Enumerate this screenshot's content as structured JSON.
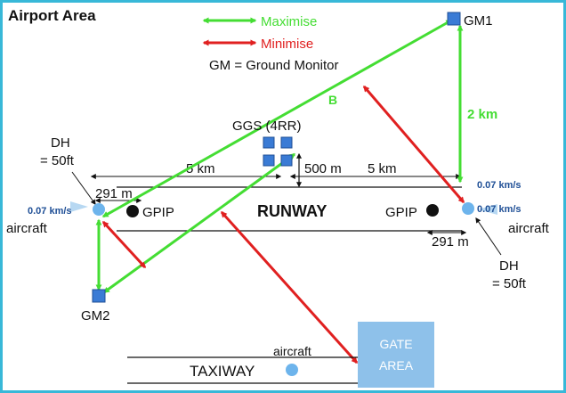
{
  "title": "Airport Area",
  "legend": {
    "maximise": "Maximise",
    "minimise": "Minimise",
    "gm_def": "GM = Ground Monitor"
  },
  "colors": {
    "maximise": "#44dd33",
    "minimise": "#e02020",
    "monitor": "#3a7bd5",
    "aircraft": "#6db4ec",
    "gate_area": "#8ec1ea",
    "frame": "#38b8d8"
  },
  "stations": {
    "gm1": "GM1",
    "gm2": "GM2",
    "ggs": "GGS (4RR)"
  },
  "labels": {
    "b": "B",
    "two_km": "2 km",
    "five_km_left": "5 km",
    "five_km_right": "5 km",
    "five_hundred_m": "500 m",
    "dh_left_1": "DH",
    "dh_left_2": "= 50ft",
    "dh_right_1": "DH",
    "dh_right_2": "= 50ft",
    "d291_left": "291 m",
    "d291_right": "291 m",
    "speed_left": "0.07 km/s",
    "speed_right_top": "0.07 km/s",
    "speed_right_mid": "0.07 km/s",
    "aircraft_left": "aircraft",
    "aircraft_right": "aircraft",
    "aircraft_taxi": "aircraft",
    "gpip_left": "GPIP",
    "gpip_right": "GPIP",
    "runway": "RUNWAY",
    "taxiway": "TAXIWAY",
    "gate_1": "GATE",
    "gate_2": "AREA"
  }
}
